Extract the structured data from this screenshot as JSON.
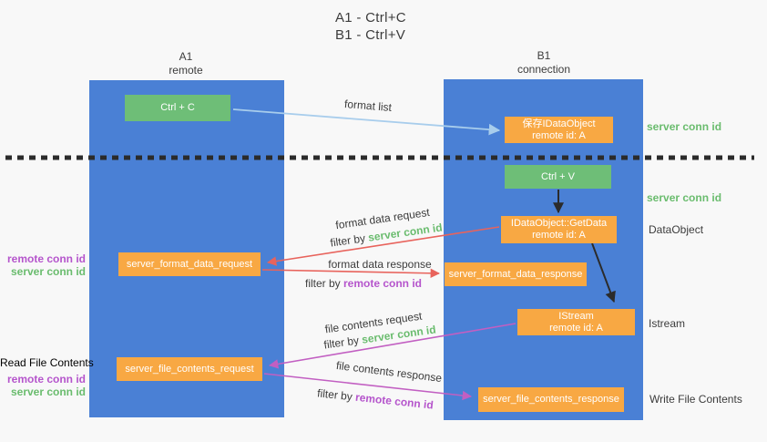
{
  "title": {
    "line1": "A1 - Ctrl+C",
    "line2": "B1 - Ctrl+V"
  },
  "colors": {
    "bg": "#f8f8f8",
    "column_blue": "#4a80d5",
    "box_green": "#6ebe77",
    "box_orange": "#f8a843",
    "arrow_blue": "#a8cdec",
    "arrow_black": "#2b2b2b",
    "arrow_red": "#e8635c",
    "arrow_magenta": "#c25fc2",
    "text_green": "#6abc6e",
    "text_purple": "#b555cc",
    "text_dark": "#3c3c3c"
  },
  "columns": {
    "left": {
      "name": "A1",
      "role": "remote"
    },
    "right": {
      "name": "B1",
      "role": "connection"
    }
  },
  "boxes": {
    "ctrl_c": {
      "label": "Ctrl + C"
    },
    "save_dataobject": {
      "line1": "保存IDataObject",
      "line2": "remote id: A"
    },
    "ctrl_v": {
      "label": "Ctrl + V"
    },
    "getdata": {
      "line1": "IDataObject::GetData",
      "line2": "remote id: A"
    },
    "format_request": {
      "label": "server_format_data_request"
    },
    "format_response": {
      "label": "server_format_data_response"
    },
    "istream": {
      "line1": "IStream",
      "line2": "remote id: A"
    },
    "file_request": {
      "label": "server_file_contents_request"
    },
    "file_response": {
      "label": "server_file_contents_response"
    }
  },
  "arrow_labels": {
    "format_list": "format list",
    "format_data_request": "format data request",
    "format_data_response": "format data response",
    "file_contents_request": "file contents request",
    "file_contents_response": "file contents response",
    "filter_by": "filter by ",
    "server_conn_id": "server conn id",
    "remote_conn_id": "remote conn id"
  },
  "side_labels": {
    "server_conn_id_top": "server conn id",
    "server_conn_id_mid": "server conn id",
    "dataobject": "DataObject",
    "istream": "Istream",
    "write_file_contents": "Write File Contents",
    "read_file_contents": "Read File Contents",
    "remote_conn_id": "remote conn id",
    "server_conn_id": "server conn id"
  }
}
